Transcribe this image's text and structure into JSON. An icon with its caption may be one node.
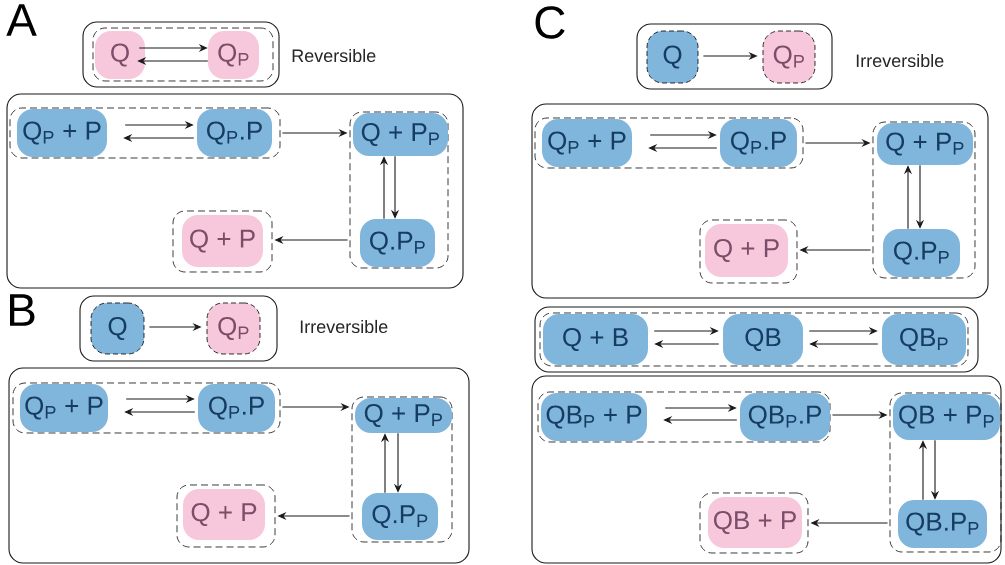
{
  "diagram": {
    "nodes": [
      {
        "text": [],
        "shape": "box",
        "beside": [
          "Reversible"
        ]
      },
      {
        "text": [],
        "shape": "box",
        "in": 0
      },
      {
        "text": [
          "Q"
        ],
        "in": 1
      },
      {
        "text": [
          "Q$_{P}$"
        ],
        "in": 1
      },
      {
        "text": [],
        "shape": "box"
      },
      {
        "text": [],
        "shape": "box",
        "in": 4
      },
      {
        "text": [
          "Q$_{P}$ + P"
        ],
        "in": 5
      },
      {
        "text": [
          "Q$_{P}$.P"
        ],
        "in": 5
      },
      {
        "text": [],
        "shape": "box",
        "in": 4
      },
      {
        "text": [
          "Q + P$_{P}$"
        ],
        "in": 8
      },
      {
        "text": [
          "Q.P$_{P}$"
        ],
        "in": 8
      },
      {
        "text": [],
        "shape": "box",
        "in": 4
      },
      {
        "text": [
          "Q + P"
        ],
        "in": 11
      },
      {
        "text": [],
        "shape": "box",
        "beside": [
          "Irreversible"
        ]
      },
      {
        "text": [
          "Q"
        ],
        "in": 13
      },
      {
        "text": [
          "Q$_{P}$"
        ],
        "in": 13
      },
      {
        "text": [],
        "shape": "box"
      },
      {
        "text": [],
        "shape": "box",
        "in": 16
      },
      {
        "text": [
          "Q$_{P}$ + P"
        ],
        "in": 17
      },
      {
        "text": [
          "Q$_{P}$.P"
        ],
        "in": 17
      },
      {
        "text": [],
        "shape": "box",
        "in": 16
      },
      {
        "text": [
          "Q + P$_{P}$"
        ],
        "in": 20
      },
      {
        "text": [
          "Q.P$_{P}$"
        ],
        "in": 20
      },
      {
        "text": [],
        "shape": "box",
        "in": 16
      },
      {
        "text": [
          "Q + P"
        ],
        "in": 23
      },
      {
        "text": [],
        "shape": "box",
        "beside": [
          "Irreversible"
        ]
      },
      {
        "text": [
          "Q"
        ],
        "in": 25
      },
      {
        "text": [
          "Q$_{P}$"
        ],
        "in": 25
      },
      {
        "text": [],
        "shape": "box"
      },
      {
        "text": [],
        "shape": "box",
        "in": 28
      },
      {
        "text": [
          "Q$_{P}$ + P"
        ],
        "in": 29
      },
      {
        "text": [
          "Q$_{P}$.P"
        ],
        "in": 29
      },
      {
        "text": [],
        "shape": "box",
        "in": 28
      },
      {
        "text": [
          "Q + P$_{P}$"
        ],
        "in": 32
      },
      {
        "text": [
          "Q.P$_{P}$"
        ],
        "in": 32
      },
      {
        "text": [],
        "shape": "box",
        "in": 28
      },
      {
        "text": [
          "Q + P"
        ],
        "in": 35
      },
      {
        "text": [],
        "shape": "box"
      },
      {
        "text": [],
        "shape": "box",
        "in": 37
      },
      {
        "text": [
          "Q + B"
        ],
        "in": 38
      },
      {
        "text": [
          "QB"
        ],
        "in": 38
      },
      {
        "text": [
          "QB$_{P}$"
        ],
        "in": 38
      },
      {
        "text": [],
        "shape": "box"
      },
      {
        "text": [],
        "shape": "box",
        "in": 42
      },
      {
        "text": [
          "QB$_{P}$ + P"
        ],
        "in": 43
      },
      {
        "text": [
          "QB$_{P}$.P"
        ],
        "in": 43
      },
      {
        "text": [],
        "shape": "box",
        "in": 42
      },
      {
        "text": [
          "QB + P$_{P}$"
        ],
        "in": 46
      },
      {
        "text": [
          "QB.P$_{P}$"
        ],
        "in": 46
      },
      {
        "text": [],
        "shape": "box",
        "in": 42
      },
      {
        "text": [
          "QB + P"
        ],
        "in": 49
      }
    ],
    "edges": [
      {
        "from": 2,
        "to": 3,
        "arrow": "to"
      },
      {
        "from": 3,
        "to": 2,
        "arrow": "to"
      },
      {
        "from": 6,
        "to": 7,
        "arrow": "to"
      },
      {
        "from": 7,
        "to": 6,
        "arrow": "to"
      },
      {
        "from": 5,
        "to": 8,
        "arrow": "to"
      },
      {
        "from": 9,
        "to": 10,
        "arrow": "to"
      },
      {
        "from": 10,
        "to": 9,
        "arrow": "to"
      },
      {
        "from": 8,
        "to": 11,
        "arrow": "to"
      },
      {
        "from": 14,
        "to": 15,
        "arrow": "to"
      },
      {
        "from": 18,
        "to": 19,
        "arrow": "to"
      },
      {
        "from": 19,
        "to": 18,
        "arrow": "to"
      },
      {
        "from": 17,
        "to": 20,
        "arrow": "to"
      },
      {
        "from": 21,
        "to": 22,
        "arrow": "to"
      },
      {
        "from": 22,
        "to": 21,
        "arrow": "to"
      },
      {
        "from": 20,
        "to": 23,
        "arrow": "to"
      },
      {
        "from": 26,
        "to": 27,
        "arrow": "to"
      },
      {
        "from": 30,
        "to": 31,
        "arrow": "to"
      },
      {
        "from": 31,
        "to": 30,
        "arrow": "to"
      },
      {
        "from": 29,
        "to": 32,
        "arrow": "to"
      },
      {
        "from": 33,
        "to": 34,
        "arrow": "to"
      },
      {
        "from": 34,
        "to": 33,
        "arrow": "to"
      },
      {
        "from": 32,
        "to": 35,
        "arrow": "to"
      },
      {
        "from": 39,
        "to": 40,
        "arrow": "to"
      },
      {
        "from": 40,
        "to": 39,
        "arrow": "to"
      },
      {
        "from": 40,
        "to": 41,
        "arrow": "to"
      },
      {
        "from": 41,
        "to": 40,
        "arrow": "to"
      },
      {
        "from": 44,
        "to": 45,
        "arrow": "to"
      },
      {
        "from": 45,
        "to": 44,
        "arrow": "to"
      },
      {
        "from": 43,
        "to": 46,
        "arrow": "to"
      },
      {
        "from": 47,
        "to": 48,
        "arrow": "to"
      },
      {
        "from": 48,
        "to": 47,
        "arrow": "to"
      },
      {
        "from": 46,
        "to": 49,
        "arrow": "to"
      }
    ],
    "labels": [
      "A",
      "C",
      "B"
    ]
  }
}
